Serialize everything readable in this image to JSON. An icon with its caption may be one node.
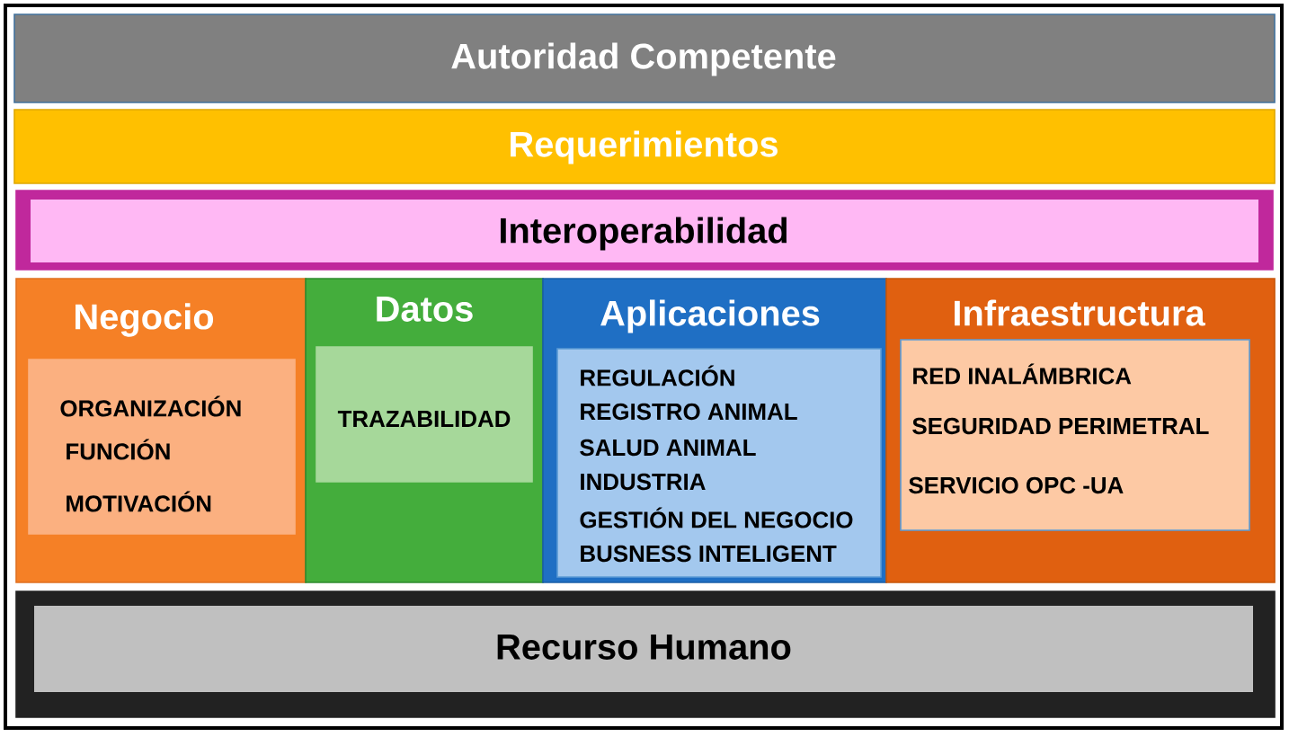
{
  "diagram": {
    "nodes": [
      {
        "text": [
          "Autoridad Competente"
        ]
      },
      {
        "text": [
          "Requerimientos"
        ]
      },
      {
        "text": [
          "Interoperabilidad"
        ]
      },
      {
        "text": [
          "Negocio"
        ]
      },
      {
        "text": [
          "ORGANIZACIÓN",
          "FUNCIÓN",
          "MOTIVACIÓN"
        ],
        "in": 3
      },
      {
        "text": [
          "Datos"
        ]
      },
      {
        "text": [
          "TRAZABILIDAD"
        ],
        "in": 5
      },
      {
        "text": [
          "Aplicaciones"
        ]
      },
      {
        "text": [
          "REGULACIÓN",
          "REGISTRO ANIMAL",
          "SALUD ANIMAL",
          "INDUSTRIA",
          "GESTIÓN DEL NEGOCIO",
          "BUSNESS INTELIGENT"
        ],
        "in": 7
      },
      {
        "text": [
          "Infraestructura"
        ]
      },
      {
        "text": [
          "RED INALÁMBRICA",
          "SEGURIDAD PERIMETRAL",
          "SERVICIO OPC -UA"
        ],
        "in": 9
      },
      {
        "text": [
          "Recurso Humano"
        ]
      }
    ]
  }
}
